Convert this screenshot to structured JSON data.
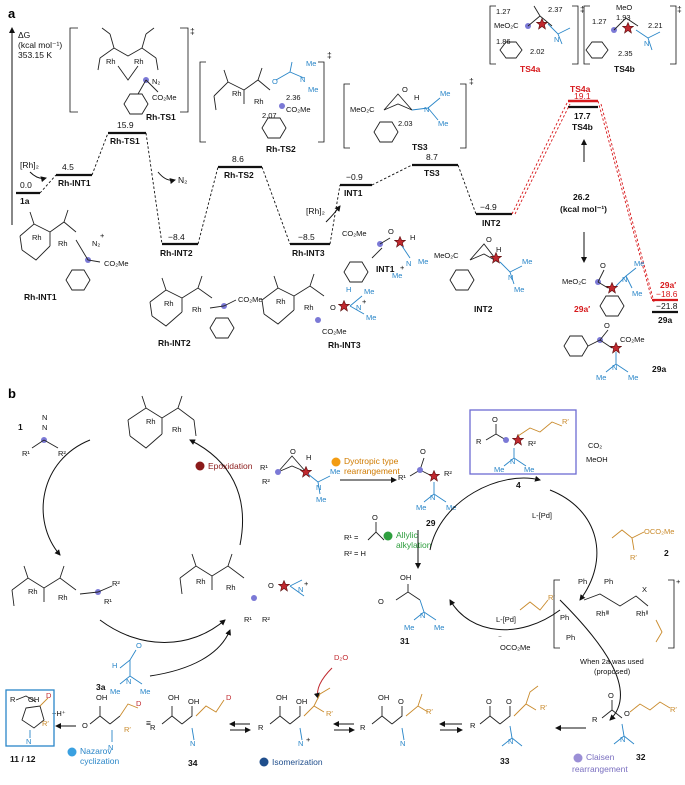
{
  "panel_a": {
    "letter": "a",
    "yaxis": [
      "ΔG",
      "(kcal mol⁻¹)",
      "353.15 K"
    ],
    "catalyst": "[Rh]₂",
    "dagger": "‡",
    "n2": "N₂",
    "levels": [
      {
        "id": "1a",
        "label": "1a",
        "energy": "0.0"
      },
      {
        "id": "rhint1",
        "label": "Rh-INT1",
        "energy": "4.5"
      },
      {
        "id": "rhts1",
        "label": "Rh-TS1",
        "energy": "15.9"
      },
      {
        "id": "rhint2",
        "label": "Rh-INT2",
        "energy": "−8.4"
      },
      {
        "id": "rhts2",
        "label": "Rh-TS2",
        "energy": "8.6"
      },
      {
        "id": "rhint3",
        "label": "Rh-INT3",
        "energy": "−8.5"
      },
      {
        "id": "int1",
        "label": "INT1",
        "energy": "−0.9"
      },
      {
        "id": "ts3",
        "label": "TS3",
        "energy": "8.7"
      },
      {
        "id": "int2",
        "label": "INT2",
        "energy": "−4.9"
      },
      {
        "id": "ts4a",
        "label": "TS4a",
        "energy": "19.1"
      },
      {
        "id": "ts4b",
        "label": "TS4b",
        "energy": "17.7"
      },
      {
        "id": "29a1",
        "label": "29a′",
        "energy": "−18.6"
      },
      {
        "id": "29a",
        "label": "29a",
        "energy": "−21.8"
      }
    ],
    "barrier": [
      "26.2",
      "(kcal mol⁻¹)"
    ],
    "structures": {
      "rh_ts1": "Rh-TS1",
      "rh_ts2": "Rh-TS2",
      "ts3": "TS3",
      "ts4a": "TS4a",
      "ts4b": "TS4b",
      "rh_int1": "Rh-INT1",
      "rh_int2": "Rh-INT2",
      "rh_int3": "Rh-INT3",
      "int1": "INT1",
      "int2": "INT2",
      "p29a1": "29a′",
      "p29a": "29a"
    },
    "distances": {
      "rhts2_1": "2.36",
      "rhts2_2": "2.07",
      "ts3": "2.03",
      "ts4a_1": "1.27",
      "ts4a_2": "2.37",
      "ts4a_3": "1.86",
      "ts4a_4": "2.02",
      "ts4b_1": "1.27",
      "ts4b_2": "1.93",
      "ts4b_3": "2.21",
      "ts4b_4": "2.35"
    },
    "atoms": {
      "rh": "Rh",
      "me": "Me",
      "n": "N",
      "o": "O",
      "h": "H",
      "co2me": "CO₂Me",
      "meo2c": "MeO₂C",
      "meo": "MeO",
      "plus": "+"
    }
  },
  "panel_b": {
    "letter": "b",
    "steps": {
      "epoxidation": "Epoxidation",
      "dyotropic": [
        "Dyotropic type",
        "rearrangement"
      ],
      "allylic": [
        "Allylic",
        "alkylation"
      ],
      "claisen": [
        "Claisen",
        "rearrangement"
      ],
      "isomerization": "Isomerization",
      "nazarov": [
        "Nazarov",
        "cyclization"
      ]
    },
    "step_colors": {
      "epoxidation": "#8b1a1a",
      "dyotropic": "#f39c12",
      "allylic": "#2e9e3e",
      "claisen": "#9b8fd6",
      "isomerization": "#1f4e8c",
      "nazarov": "#3aa0e0"
    },
    "compounds": {
      "c1": "1",
      "c3a": "3a",
      "c29": "29",
      "c31": "31",
      "c4": "4",
      "c2": "2",
      "c32": "32",
      "c33": "33",
      "c34": "34",
      "c1112": "11 / 12"
    },
    "substituents": {
      "r1": "R¹",
      "r2": "R²",
      "rp": "R′",
      "r": "R",
      "d": "D",
      "d2o": "D₂O",
      "oco2me": "OCO₂Me",
      "co2": "CO₂",
      "meoh": "MeOH",
      "ph": "Ph",
      "x": "X"
    },
    "defs": {
      "r1_def": "R¹ =",
      "r2_def": "R² = H"
    },
    "pd": {
      "lpd": "L-[Pd]",
      "lpd_plus": "L-[Pd]⁺",
      "minus": "⁻",
      "minus_h": "−H⁺"
    },
    "rh_complex": {
      "rh3": "Rhᴵᴵᴵ",
      "rh2": "Rhᴵᴵ",
      "charge": "+"
    },
    "note": [
      "When 2a was used",
      "(proposed)"
    ]
  }
}
